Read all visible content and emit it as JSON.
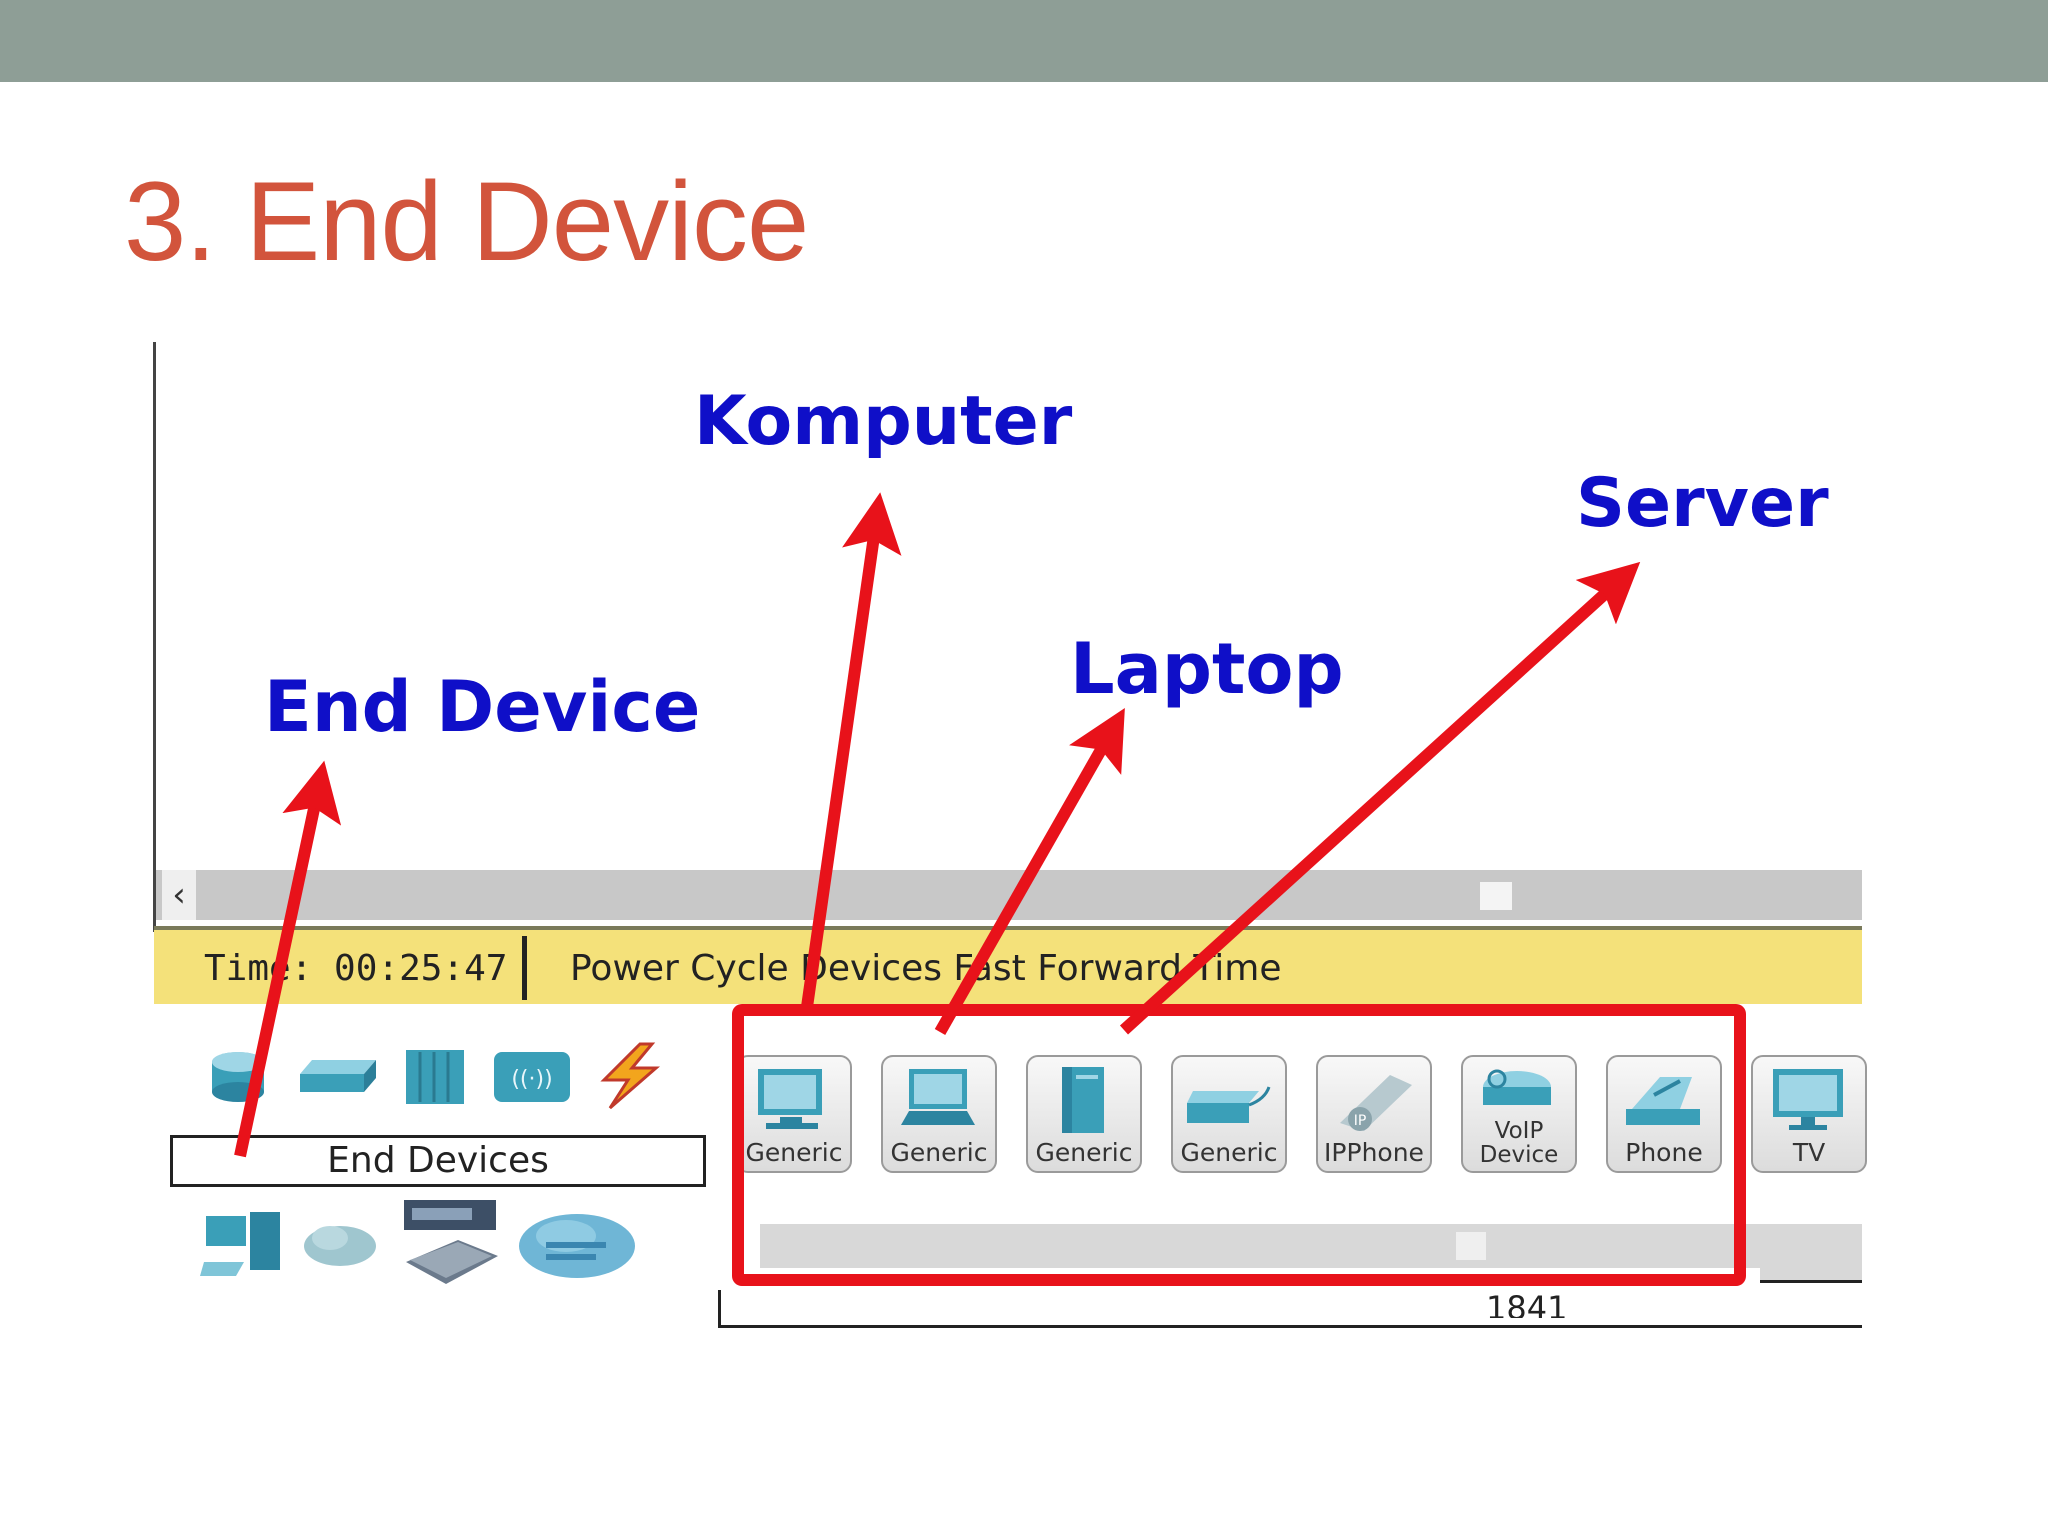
{
  "slide": {
    "title": "3. End Device"
  },
  "annotations": {
    "komputer": "Komputer",
    "server": "Server",
    "laptop": "Laptop",
    "end_device": "End Device"
  },
  "status_bar": {
    "time": "Time: 00:25:47",
    "actions": "Power Cycle Devices Fast Forward Time"
  },
  "device_types": {
    "category_label": "End Devices",
    "top_icons": [
      "router-icon",
      "switch-icon",
      "hub-icon",
      "wireless-icon",
      "connection-icon"
    ],
    "bottom_icons": [
      "end-devices-icon",
      "wan-emulation-icon",
      "custom-device-icon",
      "multiuser-icon"
    ]
  },
  "devices": [
    {
      "label": "Generic",
      "icon": "pc-icon"
    },
    {
      "label": "Generic",
      "icon": "laptop-icon"
    },
    {
      "label": "Generic",
      "icon": "server-icon"
    },
    {
      "label": "Generic",
      "icon": "printer-icon"
    },
    {
      "label": "IPPhone",
      "icon": "ip-phone-icon"
    },
    {
      "label": "VoIP Device",
      "icon": "voip-device-icon"
    },
    {
      "label": "Phone",
      "icon": "phone-icon"
    },
    {
      "label": "TV",
      "icon": "tv-icon"
    }
  ],
  "model_label": "1841",
  "colors": {
    "title": "#d2543c",
    "annotation": "#0f0fc8",
    "arrow": "#e8121a",
    "status_bar": "#f4e17a",
    "top_bar": "#8e9e96",
    "device_icon": "#3a9fb8"
  }
}
